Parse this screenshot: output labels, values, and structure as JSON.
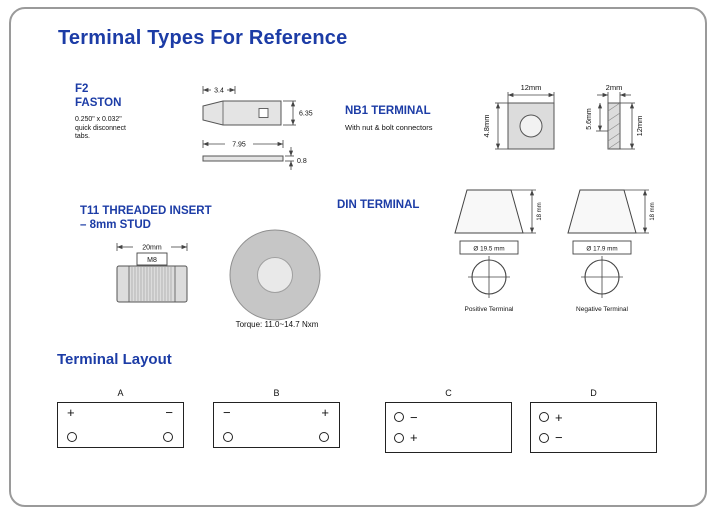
{
  "colors": {
    "accent_blue": "#1c3ca6"
  },
  "header": {
    "title": "Terminal Types For Reference"
  },
  "f2": {
    "code": "F2",
    "name": "FASTON",
    "desc": [
      "0.250\" x 0.032\"",
      "quick disconnect",
      "tabs."
    ],
    "dims": {
      "tip_width": "3.4",
      "height": "6.35",
      "length": "7.95",
      "thickness": "0.8"
    }
  },
  "nb1": {
    "title": "NB1 TERMINAL",
    "subtitle": "With nut & bolt connectors",
    "dims": {
      "width": "12mm",
      "height": "4.8mm",
      "thickness": "2mm",
      "hole_offset": "5.6mm",
      "side_height": "12mm"
    }
  },
  "t11": {
    "title": "T11 THREADED INSERT",
    "title2": "– 8mm STUD",
    "dims": {
      "length": "20mm",
      "thread": "M8"
    },
    "torque": "Torque: 11.0~14.7 Nxm"
  },
  "din": {
    "title": "DIN TERMINAL",
    "terminals": [
      {
        "height": "18 mm",
        "diameter": "Ø 19.5 mm",
        "label": "Positive Terminal"
      },
      {
        "height": "18 mm",
        "diameter": "Ø 17.9 mm",
        "label": "Negative Terminal"
      }
    ]
  },
  "layout": {
    "title": "Terminal Layout",
    "boxes": [
      {
        "label": "A",
        "first_sign": "+",
        "second_sign": "−"
      },
      {
        "label": "B",
        "first_sign": "−",
        "second_sign": "+"
      },
      {
        "label": "C",
        "first_sign": "−",
        "second_sign": "+"
      },
      {
        "label": "D",
        "first_sign": "+",
        "second_sign": "−"
      }
    ]
  }
}
